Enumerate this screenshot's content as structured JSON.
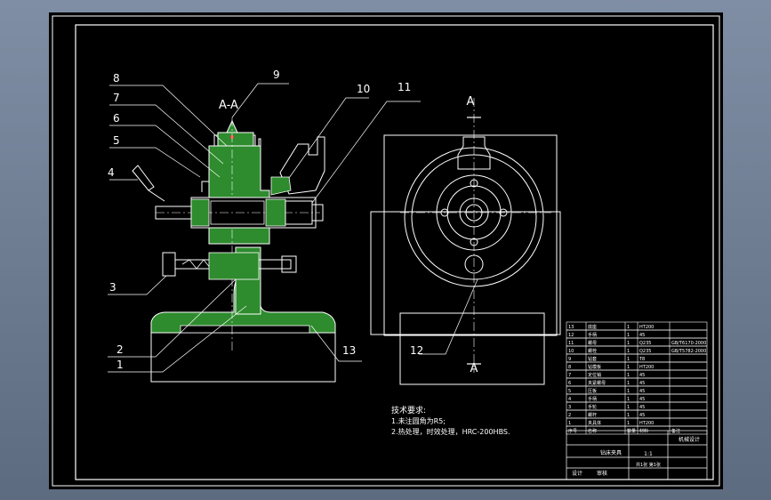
{
  "view_labels": {
    "section": "A-A",
    "arrow_top": "A",
    "arrow_bottom": "A"
  },
  "callouts": [
    "8",
    "9",
    "7",
    "6",
    "5",
    "4",
    "10",
    "11",
    "3",
    "2",
    "1",
    "13",
    "12"
  ],
  "tech_requirements": {
    "title": "技术要求:",
    "items": [
      "1.未注圆角为R5;",
      "2.热处理，时效处理，HRC-200HBS."
    ]
  },
  "bom": {
    "rows": [
      {
        "no": "13",
        "name": "底座",
        "qty": "1",
        "mat": "HT200",
        "note": ""
      },
      {
        "no": "12",
        "name": "手柄",
        "qty": "1",
        "mat": "45",
        "note": ""
      },
      {
        "no": "11",
        "name": "螺母",
        "qty": "1",
        "mat": "Q235",
        "note": "GB/T6170-2000"
      },
      {
        "no": "10",
        "name": "螺栓",
        "qty": "1",
        "mat": "Q235",
        "note": "GB/T5782-2000"
      },
      {
        "no": "9",
        "name": "钻套",
        "qty": "1",
        "mat": "T8",
        "note": ""
      },
      {
        "no": "8",
        "name": "钻模板",
        "qty": "1",
        "mat": "HT200",
        "note": ""
      },
      {
        "no": "7",
        "name": "定位销",
        "qty": "1",
        "mat": "45",
        "note": ""
      },
      {
        "no": "6",
        "name": "夹紧螺母",
        "qty": "1",
        "mat": "45",
        "note": ""
      },
      {
        "no": "5",
        "name": "压板",
        "qty": "1",
        "mat": "45",
        "note": ""
      },
      {
        "no": "4",
        "name": "手柄",
        "qty": "1",
        "mat": "45",
        "note": ""
      },
      {
        "no": "3",
        "name": "手轮",
        "qty": "1",
        "mat": "45",
        "note": ""
      },
      {
        "no": "2",
        "name": "螺杆",
        "qty": "1",
        "mat": "45",
        "note": ""
      },
      {
        "no": "1",
        "name": "夹具体",
        "qty": "1",
        "mat": "HT200",
        "note": ""
      }
    ],
    "header": {
      "no": "序号",
      "name": "名称",
      "qty": "数量",
      "mat": "材料",
      "note": "备注"
    }
  },
  "title_block": {
    "drawing_name": "钻床夹具",
    "scale": "1:1",
    "sheet": "共1张 第1张",
    "designer": "设计",
    "checker": "审核",
    "school": "机械设计"
  },
  "colors": {
    "background": "#000000",
    "line": "#ffffff",
    "section": "#2e8b2e",
    "frame": "#ffffff"
  }
}
